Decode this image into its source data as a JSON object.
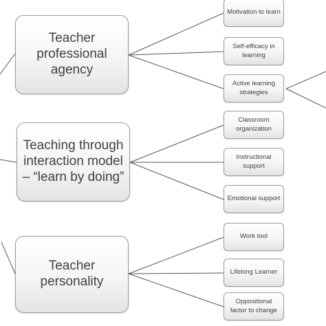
{
  "groups": [
    {
      "label": "Teacher professional agency",
      "items": [
        "Motivation to learn",
        "Self-efficacy in learning",
        "Active learning strategies"
      ]
    },
    {
      "label": "Teaching through interaction model – “learn by doing”",
      "items": [
        "Classroom organization",
        "Instructional support",
        "Emotional support"
      ]
    },
    {
      "label": "Teacher personality",
      "items": [
        "Work tool",
        "Lifelong Learner",
        "Oppositional factor to change"
      ]
    }
  ],
  "colors": {
    "line": "#555555",
    "border": "#9a9a9a",
    "text": "#404040"
  }
}
